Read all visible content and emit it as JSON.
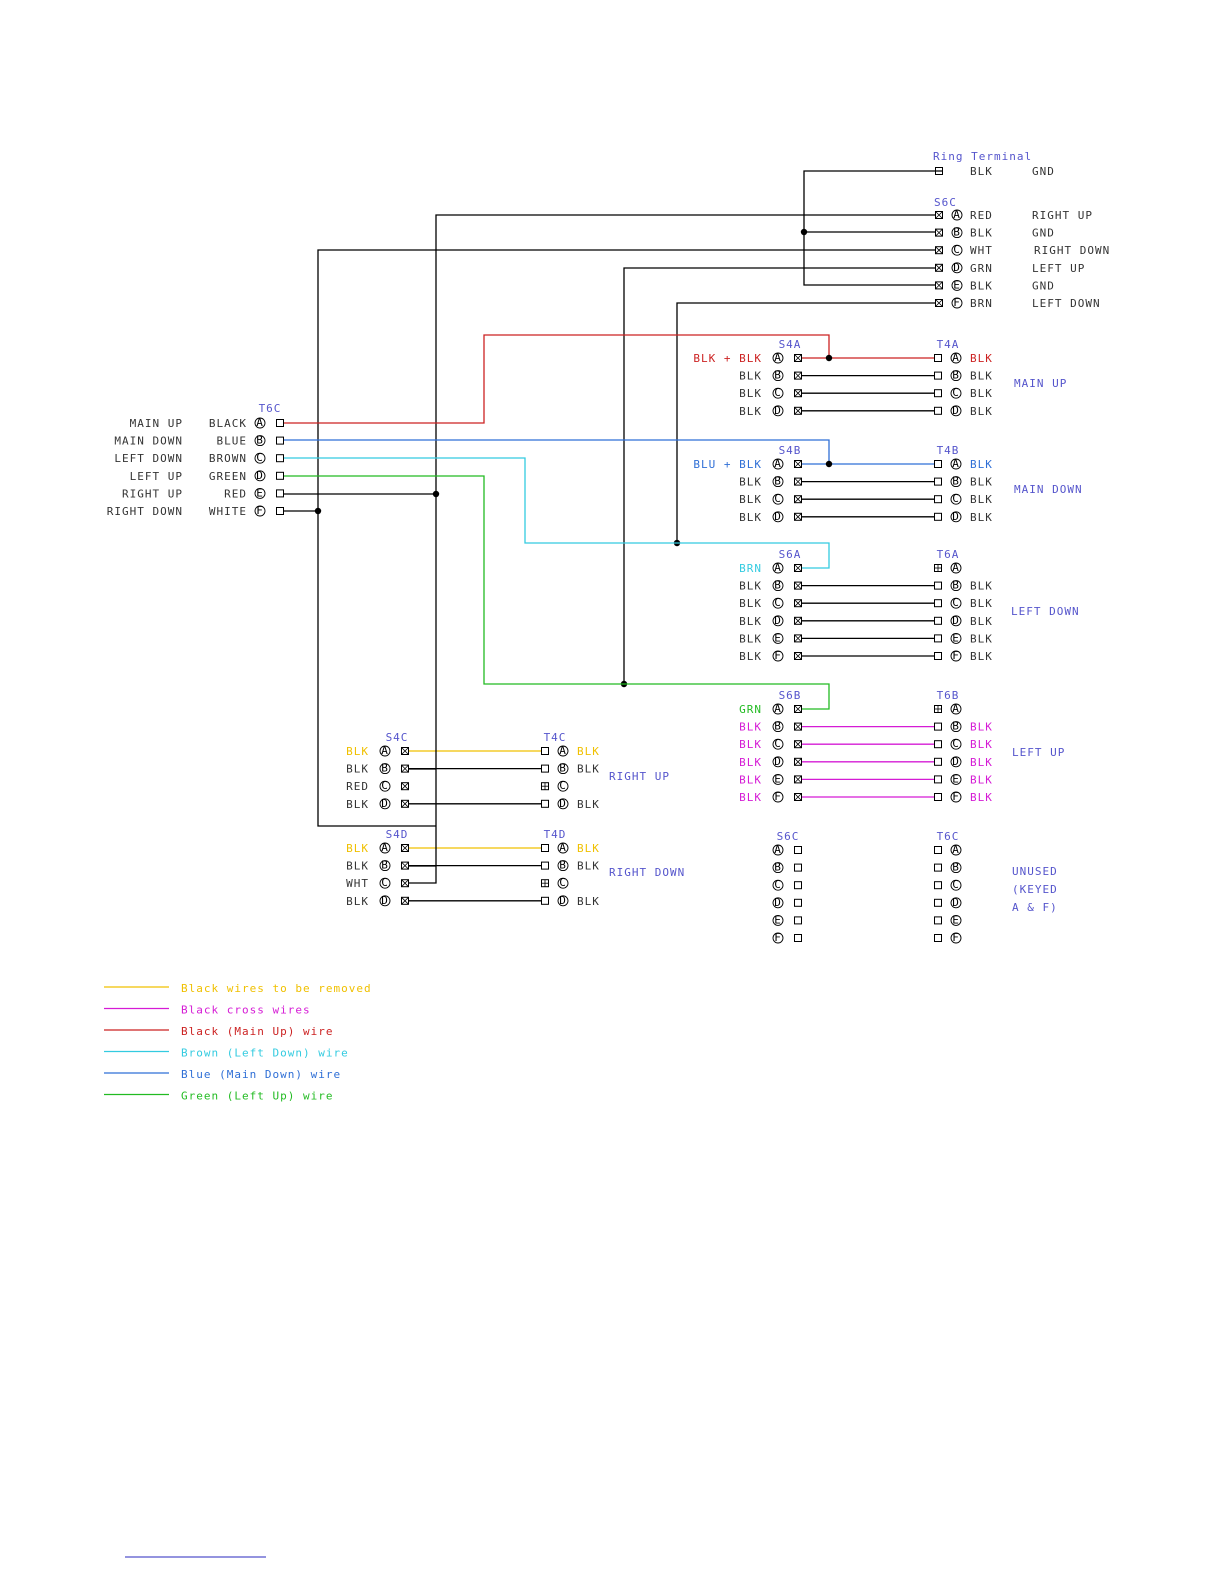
{
  "colors": {
    "black": "#000000",
    "header": "#5555cc",
    "gray": "#333333",
    "red": "#cc2222",
    "blue": "#2f6fd6",
    "cyan": "#33cbe0",
    "green": "#22bb22",
    "yellow": "#f0c000",
    "magenta": "#d51bd5"
  },
  "pin_letters": [
    "A",
    "B",
    "C",
    "D",
    "E",
    "F"
  ],
  "headers": {
    "ring": "Ring Terminal",
    "s6c_top": "S6C",
    "t6c_left": "T6C",
    "s4a": "S4A",
    "t4a": "T4A",
    "s4b": "S4B",
    "t4b": "T4B",
    "s6a": "S6A",
    "t6a": "T6A",
    "s6b": "S6B",
    "t6b": "T6B",
    "s4c": "S4C",
    "t4c": "T4C",
    "s4d": "S4D",
    "t4d": "T4D",
    "s6c_bottom": "S6C",
    "t6c_bottom": "T6C"
  },
  "ring_row": {
    "wire": "BLK",
    "function": "GND"
  },
  "s6c_top_rows": [
    {
      "wire": "RED",
      "function": "RIGHT UP"
    },
    {
      "wire": "BLK",
      "function": "GND"
    },
    {
      "wire": "WHT",
      "function": "RIGHT DOWN"
    },
    {
      "wire": "GRN",
      "function": "LEFT UP"
    },
    {
      "wire": "BLK",
      "function": "GND"
    },
    {
      "wire": "BRN",
      "function": "LEFT DOWN"
    }
  ],
  "t6c_left_rows": [
    {
      "function": "MAIN UP",
      "wire": "BLACK"
    },
    {
      "function": "MAIN DOWN",
      "wire": "BLUE"
    },
    {
      "function": "LEFT DOWN",
      "wire": "BROWN"
    },
    {
      "function": "LEFT UP",
      "wire": "GREEN"
    },
    {
      "function": "RIGHT UP",
      "wire": "RED"
    },
    {
      "function": "RIGHT DOWN",
      "wire": "WHITE"
    }
  ],
  "s4a_left": [
    "BLK + BLK",
    "BLK",
    "BLK",
    "BLK"
  ],
  "t4a_right": [
    "BLK",
    "BLK",
    "BLK",
    "BLK"
  ],
  "s4b_left": [
    "BLU + BLK",
    "BLK",
    "BLK",
    "BLK"
  ],
  "t4b_right": [
    "BLK",
    "BLK",
    "BLK",
    "BLK"
  ],
  "s6a_left": [
    "BRN",
    "BLK",
    "BLK",
    "BLK",
    "BLK",
    "BLK"
  ],
  "t6a_right": [
    "BLK",
    "BLK",
    "BLK",
    "BLK",
    "BLK"
  ],
  "s6b_left": [
    "GRN",
    "BLK",
    "BLK",
    "BLK",
    "BLK",
    "BLK"
  ],
  "t6b_right": [
    "BLK",
    "BLK",
    "BLK",
    "BLK",
    "BLK"
  ],
  "s4c_left": [
    "BLK",
    "BLK",
    "RED",
    "BLK"
  ],
  "t4c_right": [
    "BLK",
    "BLK",
    "BLK"
  ],
  "s4d_left": [
    "BLK",
    "BLK",
    "WHT",
    "BLK"
  ],
  "t4d_right": [
    "BLK",
    "BLK",
    "BLK"
  ],
  "groups": {
    "main_up": "MAIN UP",
    "main_down": "MAIN DOWN",
    "left_down": "LEFT DOWN",
    "left_up": "LEFT UP",
    "right_up": "RIGHT UP",
    "right_down": "RIGHT DOWN",
    "unused_1": "UNUSED",
    "unused_2": "(KEYED",
    "unused_3": "A & F)"
  },
  "legend": [
    {
      "label": "Black wires to be removed",
      "color": "#f0c000"
    },
    {
      "label": "Black cross wires",
      "color": "#d51bd5"
    },
    {
      "label": "Black (Main Up) wire",
      "color": "#cc2222"
    },
    {
      "label": "Brown (Left Down) wire",
      "color": "#33cbe0"
    },
    {
      "label": "Blue (Main Down) wire",
      "color": "#2f6fd6"
    },
    {
      "label": "Green (Left Up) wire",
      "color": "#22bb22"
    }
  ]
}
